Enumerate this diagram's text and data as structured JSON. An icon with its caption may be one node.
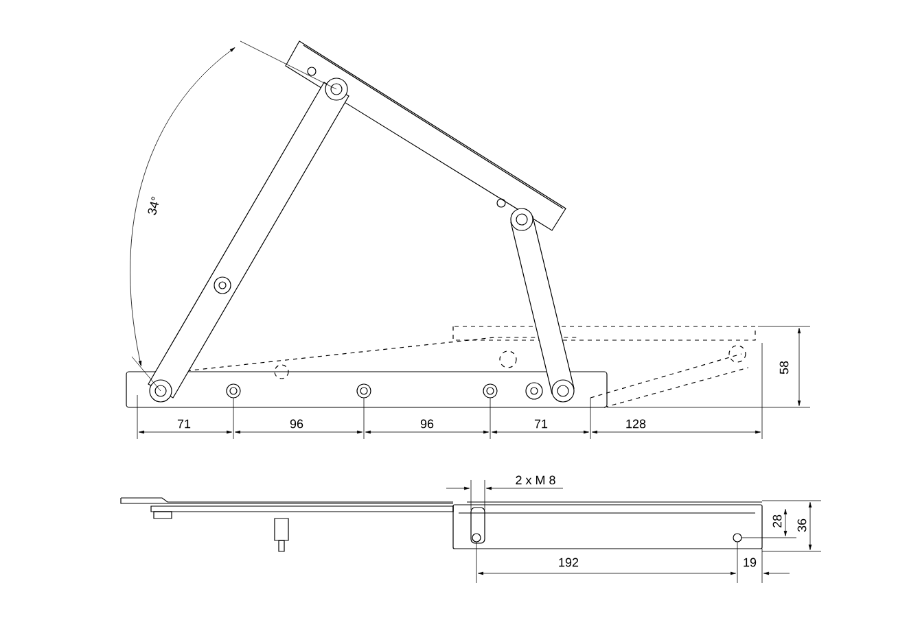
{
  "diagram": {
    "labels": [
      "34°",
      "71",
      "96",
      "96",
      "71",
      "128",
      "58",
      "2 x M 8",
      "28",
      "36",
      "192",
      "19"
    ]
  }
}
